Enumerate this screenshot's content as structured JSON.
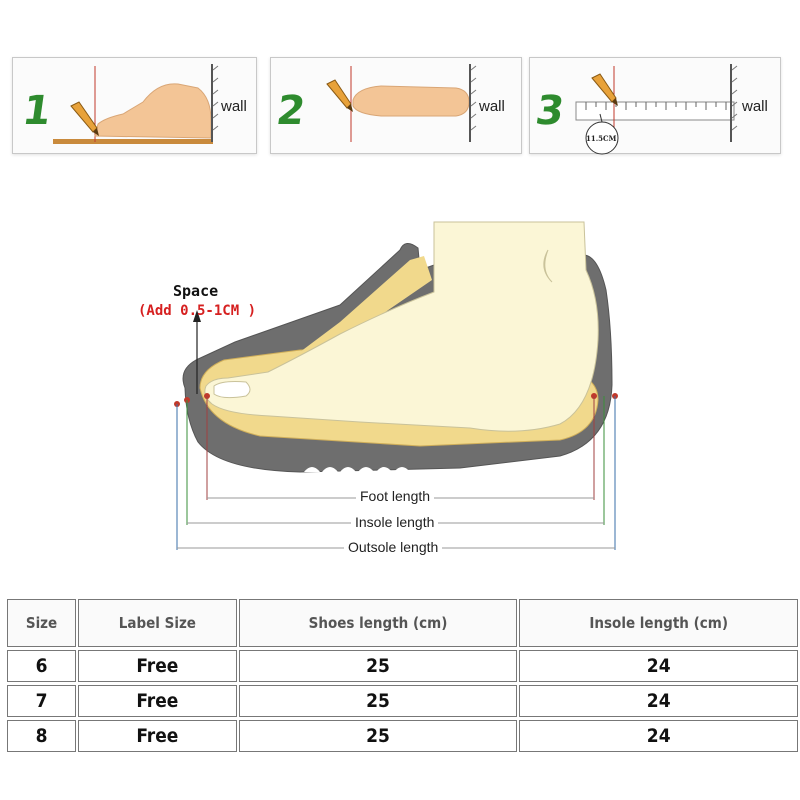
{
  "steps": [
    {
      "number": "1",
      "wall_label": "wall"
    },
    {
      "number": "2",
      "wall_label": "wall"
    },
    {
      "number": "3",
      "wall_label": "wall",
      "ruler_readout": "11.5CM"
    }
  ],
  "diagram": {
    "space_title": "Space",
    "space_note": "(Add 0.5-1CM )",
    "foot_length": "Foot length",
    "insole_length": "Insole length",
    "outsole_length": "Outsole length"
  },
  "table": {
    "headers": [
      "Size",
      "Label Size",
      "Shoes length (cm)",
      "Insole length (cm)"
    ],
    "rows": [
      [
        "6",
        "Free",
        "25",
        "24"
      ],
      [
        "7",
        "Free",
        "25",
        "24"
      ],
      [
        "8",
        "Free",
        "25",
        "24"
      ]
    ]
  },
  "colors": {
    "step_green": "#2e8b2e",
    "note_red": "#d62020",
    "outsole_gray": "#6e6e6e",
    "foot_cream": "#fbf6d6"
  }
}
